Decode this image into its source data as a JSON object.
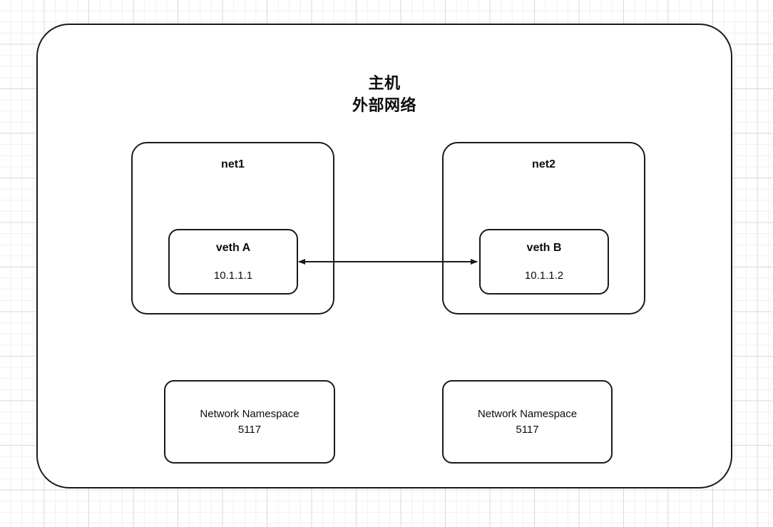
{
  "diagram": {
    "type": "network-topology",
    "title_lines": "主机\n外部网络",
    "host": {
      "label": "主机",
      "sublabel": "外部网络",
      "full_label": "主机\n外部网络"
    },
    "networks": [
      {
        "name": "net1",
        "interface": {
          "name": "veth A",
          "ip": "10.1.1.1"
        },
        "namespace": {
          "label": "Network Namespace",
          "id": "5117",
          "full_label": "Network Namespace\n5117"
        }
      },
      {
        "name": "net2",
        "interface": {
          "name": "veth B",
          "ip": "10.1.1.2"
        },
        "namespace": {
          "label": "Network Namespace",
          "id": "5117",
          "full_label": "Network Namespace\n5117"
        }
      }
    ],
    "connection": {
      "from": "veth A",
      "to": "veth B",
      "style": "double-headed-arrow"
    },
    "colors": {
      "stroke": "#1a1a1a",
      "fill": "#ffffff",
      "text": "#0d0d0d",
      "grid_minor": "#f0f0f0",
      "grid_major": "#d8d8d8"
    }
  }
}
